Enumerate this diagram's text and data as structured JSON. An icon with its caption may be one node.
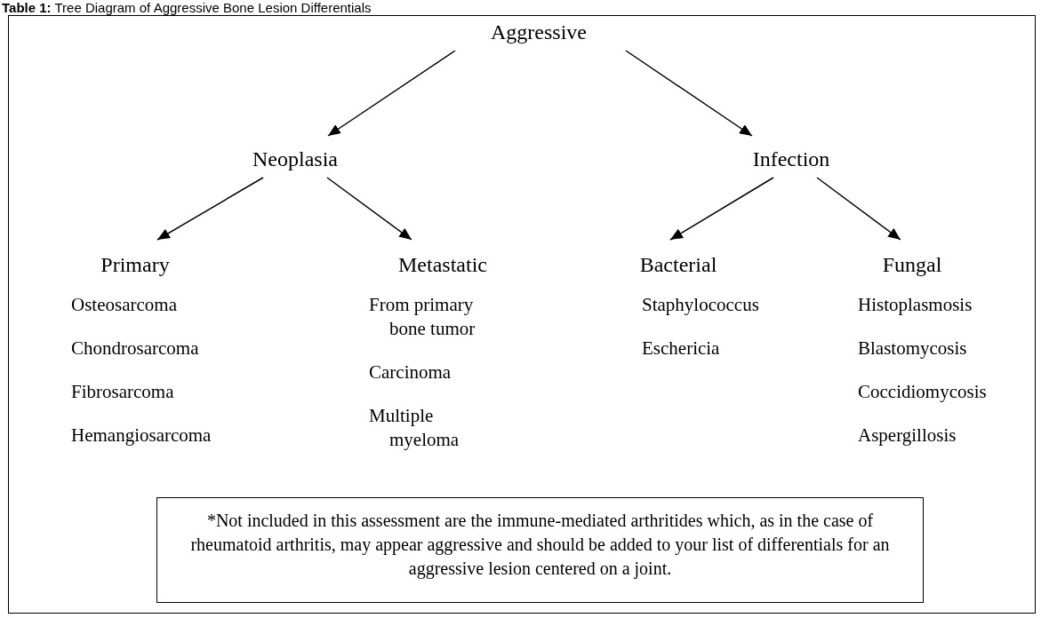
{
  "diagram": {
    "title": "**Table 1:** Tree Diagram of Aggressive Bone Lesion Differentials",
    "nodes": [
      {
        "text": [
          "Aggressive"
        ]
      },
      {
        "text": [
          "Neoplasia"
        ]
      },
      {
        "text": [
          "Infection"
        ]
      },
      {
        "text": [
          "Primary"
        ],
        "beside": [
          "Osteosarcoma",
          "Chondrosarcoma",
          "Fibrosarcoma",
          "Hemangiosarcoma"
        ]
      },
      {
        "text": [
          "Metastatic"
        ],
        "beside": [
          "From primary bone tumor",
          "Carcinoma",
          "Multiple myeloma"
        ]
      },
      {
        "text": [
          "Bacterial"
        ],
        "beside": [
          "Staphylococcus",
          "Eschericia"
        ]
      },
      {
        "text": [
          "Fungal"
        ],
        "beside": [
          "Histoplasmosis",
          "Blastomycosis",
          "Coccidiomycosis",
          "Aspergillosis"
        ]
      },
      {
        "text": [
          "*Not included in this assessment are the immune-mediated arthritides which, as in the case of rheumatoid arthritis, may appear aggressive and should be added to your list of differentials for an aggressive lesion centered on a joint."
        ]
      }
    ],
    "edges": [
      {
        "from": 0,
        "to": 1,
        "arrow": "to"
      },
      {
        "from": 0,
        "to": 2,
        "arrow": "to"
      },
      {
        "from": 1,
        "to": 3,
        "arrow": "to"
      },
      {
        "from": 1,
        "to": 4,
        "arrow": "to"
      },
      {
        "from": 2,
        "to": 5,
        "arrow": "to"
      },
      {
        "from": 2,
        "to": 6,
        "arrow": "to"
      }
    ]
  }
}
